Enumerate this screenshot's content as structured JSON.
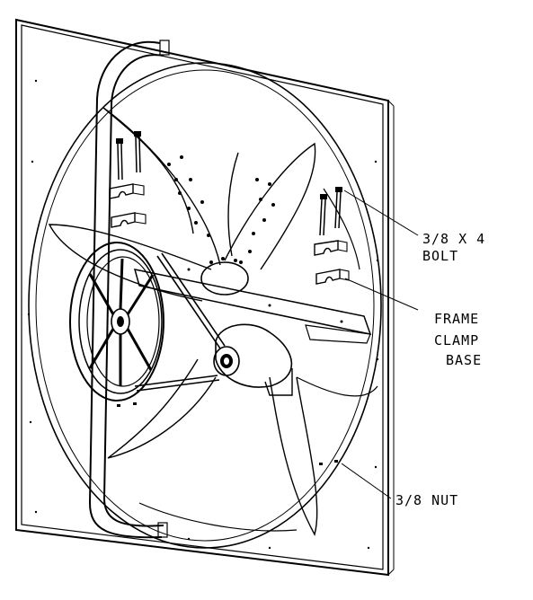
{
  "labels": {
    "bolt_line1": "3/8 X 4",
    "bolt_line2": "BOLT",
    "frame_line1": "FRAME",
    "frame_line2": "CLAMP",
    "frame_line3": "BASE",
    "nut": "3/8 NUT"
  },
  "colors": {
    "ink": "#000000",
    "paper": "#ffffff"
  }
}
